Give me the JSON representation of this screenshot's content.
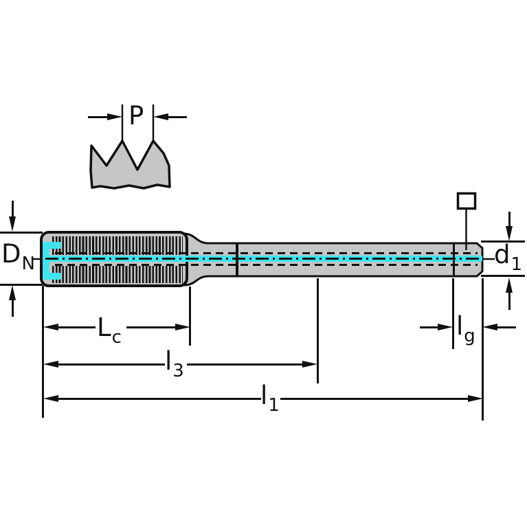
{
  "drawing": {
    "colors": {
      "background": "#ffffff",
      "body_fill": "#c6c6c6",
      "outline": "#111111",
      "coolant_highlight": "#3fe4ee"
    },
    "labels": {
      "pitch": {
        "main": "P",
        "sub": ""
      },
      "nominal_diameter": {
        "main": "D",
        "sub": "N"
      },
      "shank_diameter": {
        "main": "d",
        "sub": "1"
      },
      "thread_length": {
        "main": "L",
        "sub": "c"
      },
      "intermediate_length": {
        "main": "l",
        "sub": "3"
      },
      "overall_length": {
        "main": "l",
        "sub": "1"
      },
      "square_drive_length": {
        "main": "l",
        "sub": "g"
      }
    }
  }
}
